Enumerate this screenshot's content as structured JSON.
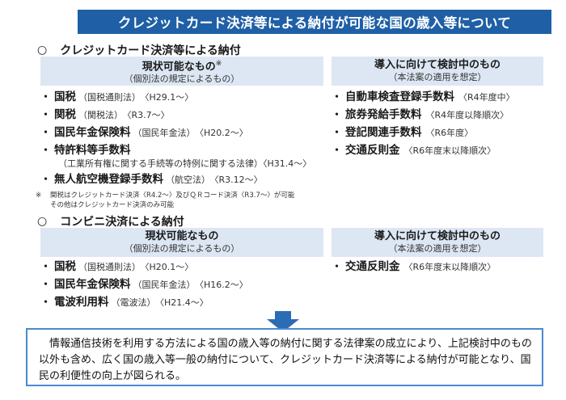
{
  "banner": {
    "title": "クレジットカード決済等による納付が可能な国の歳入等について"
  },
  "sections": [
    {
      "marker": "○",
      "title": "クレジットカード決済等による納付",
      "left_head": {
        "title": "現状可能なもの",
        "mark": "※",
        "subtitle": "（個別法の規定によるもの）"
      },
      "right_head": {
        "title": "導入に向けて検討中のもの",
        "subtitle": "（本法案の適用を想定）"
      },
      "left_items": [
        {
          "name": "国税",
          "law": "（国税通則法）",
          "year": "〈H29.1～〉"
        },
        {
          "name": "関税",
          "law": "（関税法）",
          "year": "〈R3.7～〉"
        },
        {
          "name": "国民年金保険料",
          "law": "（国民年金法）",
          "year": "〈H20.2～〉"
        },
        {
          "name": "特許料等手数料",
          "law": "",
          "year": "",
          "sub_line": "（工業所有権に関する手続等の特例に関する法律）〈H31.4～〉"
        },
        {
          "name": "無人航空機登録手数料",
          "law": "（航空法）",
          "year": "〈R3.12～〉"
        }
      ],
      "right_items": [
        {
          "name": "自動車検査登録手数料",
          "year": "〈R4年度中〉"
        },
        {
          "name": "旅券発給手数料",
          "year": "〈R4年度以降順次〉"
        },
        {
          "name": "登記関連手数料",
          "year": "〈R6年度〉"
        },
        {
          "name": "交通反則金",
          "year": "〈R6年度末以降順次〉"
        }
      ],
      "note": {
        "mark": "※",
        "line1": "関税はクレジットカード決済〈R4.2～〉及びＱＲコード決済〈R3.7～〉が可能",
        "line2": "その他はクレジットカード決済のみ可能"
      }
    },
    {
      "marker": "○",
      "title": "コンビニ決済による納付",
      "left_head": {
        "title": "現状可能なもの",
        "subtitle": "（個別法の規定によるもの）"
      },
      "right_head": {
        "title": "導入に向けて検討中のもの",
        "subtitle": "（本法案の適用を想定）"
      },
      "left_items": [
        {
          "name": "国税",
          "law": "（国税通則法）",
          "year": "〈H20.1～〉"
        },
        {
          "name": "国民年金保険料",
          "law": "（国民年金法）",
          "year": "〈H16.2～〉"
        },
        {
          "name": "電波利用料",
          "law": "（電波法）",
          "year": "〈H21.4～〉"
        }
      ],
      "right_items": [
        {
          "name": "交通反則金",
          "year": "〈R6年度末以降順次〉"
        }
      ]
    }
  ],
  "summary": {
    "text": "情報通信技術を利用する方法による国の歳入等の納付に関する法律案の成立により、上記検討中のもの以外も含め、広く国の歳入等一般の納付について、クレジットカード決済等による納付が可能となり、国民の利便性の向上が図られる。"
  },
  "colors": {
    "banner": "#1f5fa6",
    "header_fill": "#dde7f3",
    "summary_border": "#4a8ad0",
    "arrow": "#2c6cb5"
  }
}
